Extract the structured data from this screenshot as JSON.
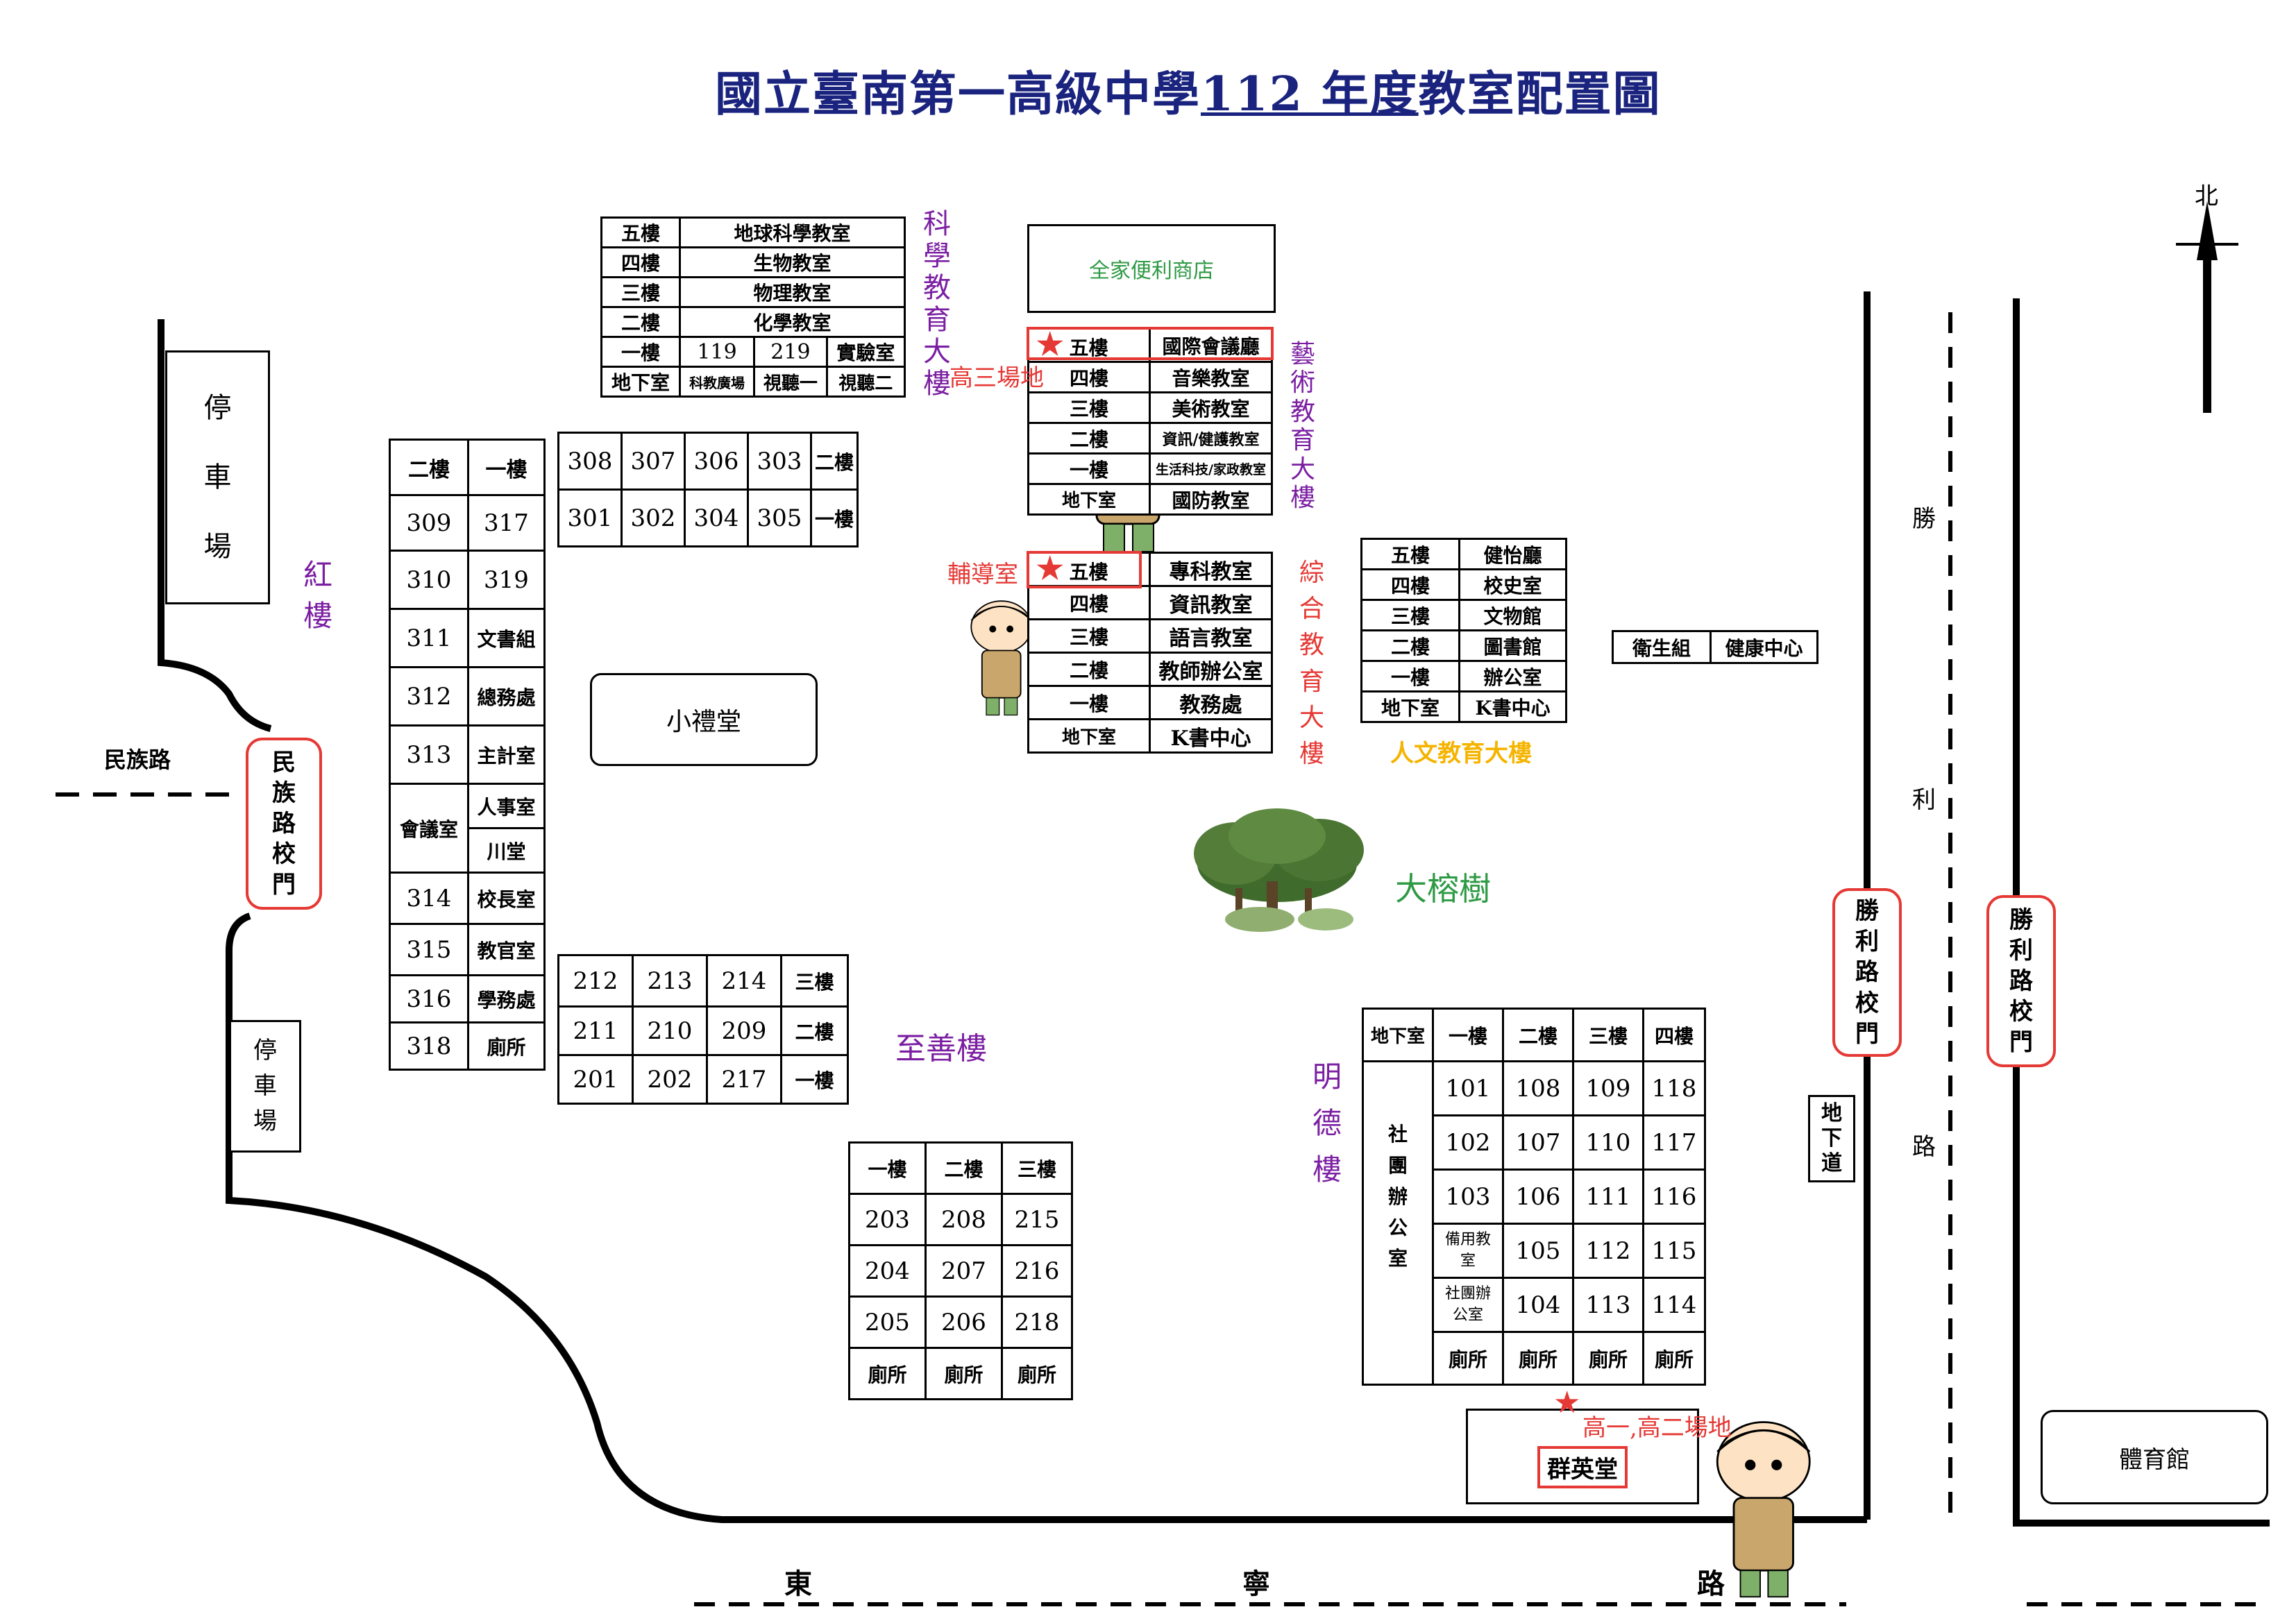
{
  "title": {
    "prefix": "國立臺南第一高級中學",
    "year": "112 年度",
    "suffix": "教室配置圖"
  },
  "compass": {
    "north": "北"
  },
  "roads": {
    "minzu": "民族路",
    "shengli": [
      "勝",
      "利",
      "路"
    ],
    "dongning": [
      "東",
      "寧",
      "路"
    ]
  },
  "parking": "停車場",
  "gates": {
    "minzu": "民族路校門",
    "shengli": "勝利路校門"
  },
  "underpass": "地下道",
  "science": {
    "label": "科學教育大樓",
    "rows": [
      [
        "五樓",
        "地球科學教室"
      ],
      [
        "四樓",
        "生物教室"
      ],
      [
        "三樓",
        "物理教室"
      ],
      [
        "二樓",
        "化學教室"
      ]
    ],
    "row1": [
      "一樓",
      "119",
      "219",
      "實驗室"
    ],
    "row0": [
      "地下室",
      "科教廣場",
      "視聽一",
      "視聽二"
    ]
  },
  "familymart": "全家便利商店",
  "arts": {
    "label": "藝術教育大樓",
    "rows": [
      [
        "五樓",
        "國際會議廳"
      ],
      [
        "四樓",
        "音樂教室"
      ],
      [
        "三樓",
        "美術教室"
      ],
      [
        "二樓",
        "資訊/健護教室"
      ],
      [
        "一樓",
        "生活科技/家政教室"
      ],
      [
        "地下室",
        "國防教室"
      ]
    ],
    "annotation": "高三場地"
  },
  "comprehensive": {
    "label": "綜合教育大樓",
    "rows": [
      [
        "五樓",
        "專科教室"
      ],
      [
        "四樓",
        "資訊教室"
      ],
      [
        "三樓",
        "語言教室"
      ],
      [
        "二樓",
        "教師辦公室"
      ],
      [
        "一樓",
        "教務處"
      ],
      [
        "地下室",
        "K書中心"
      ]
    ],
    "annotation": "輔導室"
  },
  "humanities": {
    "label": "人文教育大樓",
    "rows": [
      [
        "五樓",
        "健怡廳"
      ],
      [
        "四樓",
        "校史室"
      ],
      [
        "三樓",
        "文物館"
      ],
      [
        "二樓",
        "圖書館"
      ],
      [
        "一樓",
        "辦公室"
      ],
      [
        "地下室",
        "K書中心"
      ]
    ]
  },
  "health": [
    "衛生組",
    "健康中心"
  ],
  "redbuilding": {
    "label": "紅樓",
    "header": [
      "二樓",
      "一樓"
    ],
    "cells": {
      "r309": "309",
      "r317": "317",
      "r310": "310",
      "r319": "319",
      "r311": "311",
      "wenshu": "文書組",
      "r312": "312",
      "zongwu": "總務處",
      "r313": "313",
      "zhuji": "主計室",
      "huiyi": "會議室",
      "renshi": "人事室",
      "chuan": "川堂",
      "xiaozhang": "校長室",
      "r314": "314",
      "r315": "315",
      "jiaoguan": "教官室",
      "r316": "316",
      "xuewu": "學務處",
      "r318": "318",
      "cesuo": "廁所"
    }
  },
  "topblock": {
    "row1": [
      "308",
      "307",
      "306",
      "303",
      "二樓"
    ],
    "row2": [
      "301",
      "302",
      "304",
      "305",
      "一樓"
    ]
  },
  "zhishan": {
    "label": "至善樓",
    "rows": [
      [
        "212",
        "213",
        "214",
        "三樓"
      ],
      [
        "211",
        "210",
        "209",
        "二樓"
      ],
      [
        "201",
        "202",
        "217",
        "一樓"
      ]
    ]
  },
  "smallhall": "小禮堂",
  "bottomblock": {
    "header": [
      "一樓",
      "二樓",
      "三樓"
    ],
    "rows": [
      [
        "203",
        "208",
        "215"
      ],
      [
        "204",
        "207",
        "216"
      ],
      [
        "205",
        "206",
        "218"
      ]
    ],
    "footer": [
      "廁所",
      "廁所",
      "廁所"
    ]
  },
  "banyan": "大榕樹",
  "mingde": {
    "label": "明德樓",
    "header": [
      "地下室",
      "一樓",
      "二樓",
      "三樓",
      "四樓"
    ],
    "club": "社團辦公室",
    "rows": [
      [
        "101",
        "108",
        "109",
        "118"
      ],
      [
        "102",
        "107",
        "110",
        "117"
      ],
      [
        "103",
        "106",
        "111",
        "116"
      ],
      [
        "備用教室",
        "105",
        "112",
        "115"
      ],
      [
        "社團辦公室",
        "104",
        "113",
        "114"
      ]
    ],
    "footer": [
      "廁所",
      "廁所",
      "廁所",
      "廁所"
    ]
  },
  "qunying": {
    "label": "群英堂",
    "annotation": "高一,高二場地"
  },
  "gym": "體育館",
  "colors": {
    "title": "#1a237e",
    "red": "#e53935",
    "purple": "#7b1fa2",
    "green": "#2e9a44",
    "orange": "#f5b400"
  }
}
